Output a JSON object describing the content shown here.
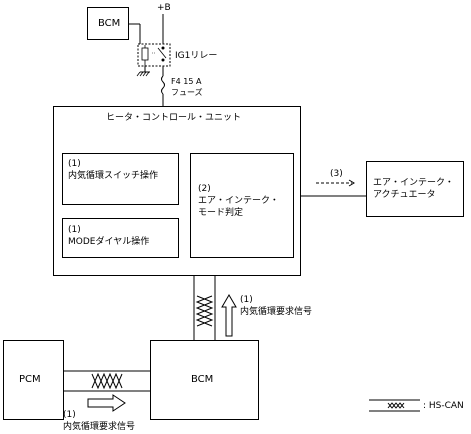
{
  "bcm_top": "BCM",
  "power": "+B",
  "relay": "IG1リレー",
  "fuse_line1": "F4 15 A",
  "fuse_line2": "フューズ",
  "hvac_unit": "ヒータ・コントロール・ユニット",
  "recirc_switch_num": "(1)",
  "recirc_switch_label": "内気循環スイッチ操作",
  "mode_dial_num": "(1)",
  "mode_dial_label": "MODEダイヤル操作",
  "judge_num": "(2)",
  "judge_line1": "エア・インテーク・",
  "judge_line2": "モード判定",
  "arrow3_num": "(3)",
  "actuator_line1": "エア・インテーク・",
  "actuator_line2": "アクチュエータ",
  "signal_right_num": "(1)",
  "signal_right_label": "内気循環要求信号",
  "pcm": "PCM",
  "bcm_bottom": "BCM",
  "signal_bottom_num": "(1)",
  "signal_bottom_label": "内気循環要求信号",
  "legend_label": ": HS-CAN"
}
